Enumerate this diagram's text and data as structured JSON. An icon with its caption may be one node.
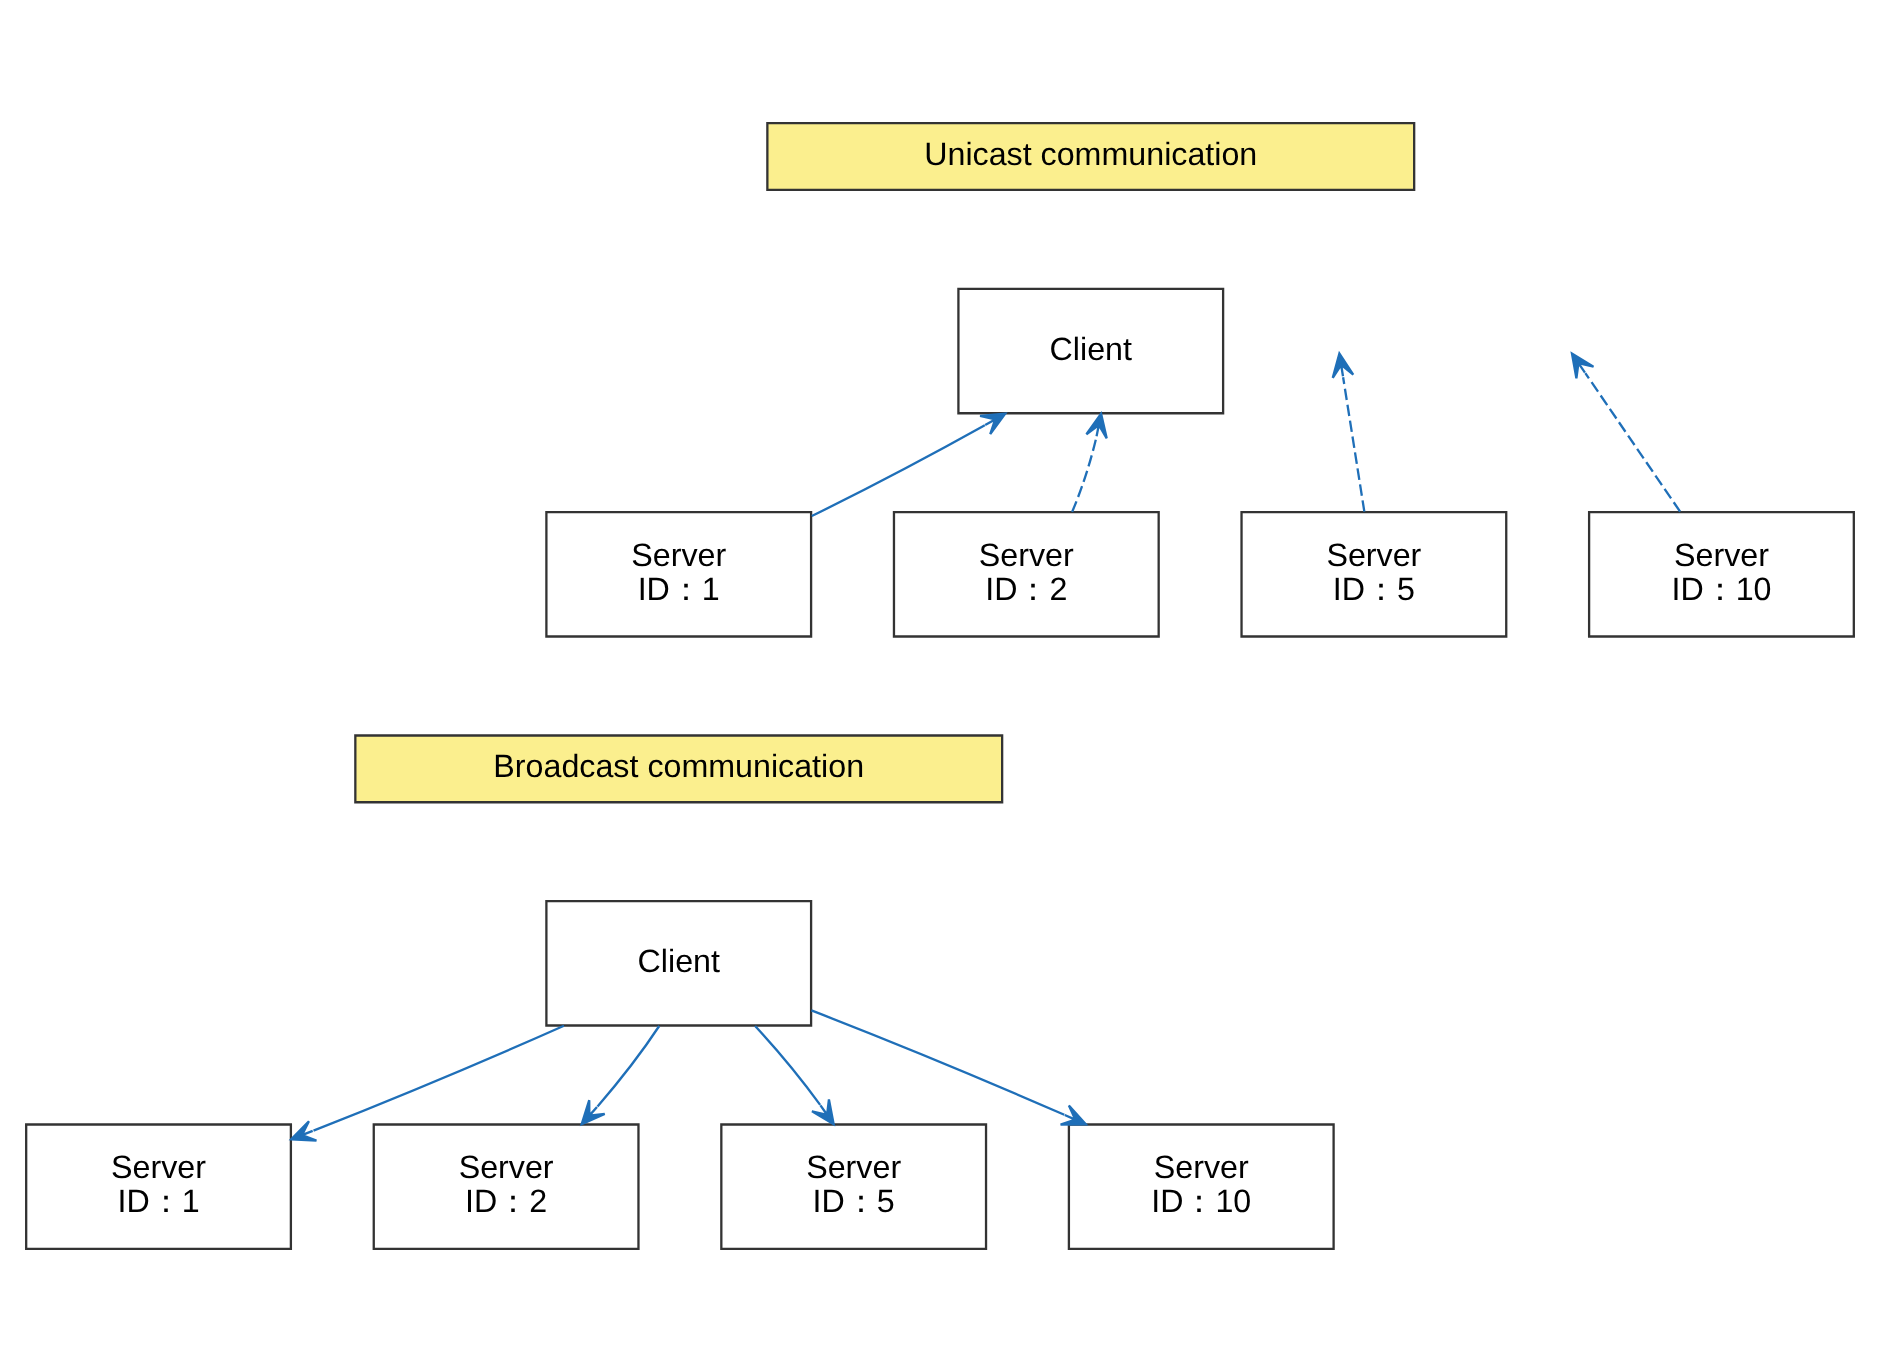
{
  "diagram": {
    "nodes": [
      {
        "text": [
          "Unicast communication"
        ]
      },
      {
        "text": [
          "Client"
        ]
      },
      {
        "text": [
          "Server",
          "ID：1"
        ]
      },
      {
        "text": [
          "Server",
          "ID：2"
        ]
      },
      {
        "text": [
          "Server",
          "ID：5"
        ]
      },
      {
        "text": [
          "Server",
          "ID：10"
        ]
      },
      {
        "text": [
          "Broadcast communication"
        ]
      },
      {
        "text": [
          "Client"
        ]
      },
      {
        "text": [
          "Server",
          "ID：1"
        ]
      },
      {
        "text": [
          "Server",
          "ID：2"
        ]
      },
      {
        "text": [
          "Server",
          "ID：5"
        ]
      },
      {
        "text": [
          "Server",
          "ID：10"
        ]
      }
    ],
    "edges": [
      {
        "from": 2,
        "to": 1,
        "arrow": "to"
      },
      {
        "from": 3,
        "to": 1,
        "arrow": "to",
        "style": "dashed"
      },
      {
        "from": 4,
        "to": null,
        "arrow": "to",
        "style": "dashed"
      },
      {
        "from": 5,
        "to": null,
        "arrow": "to",
        "style": "dashed"
      },
      {
        "from": 7,
        "to": 8,
        "arrow": "to"
      },
      {
        "from": 7,
        "to": 9,
        "arrow": "to"
      },
      {
        "from": 7,
        "to": 10,
        "arrow": "to"
      },
      {
        "from": 7,
        "to": 11,
        "arrow": "to"
      }
    ]
  }
}
